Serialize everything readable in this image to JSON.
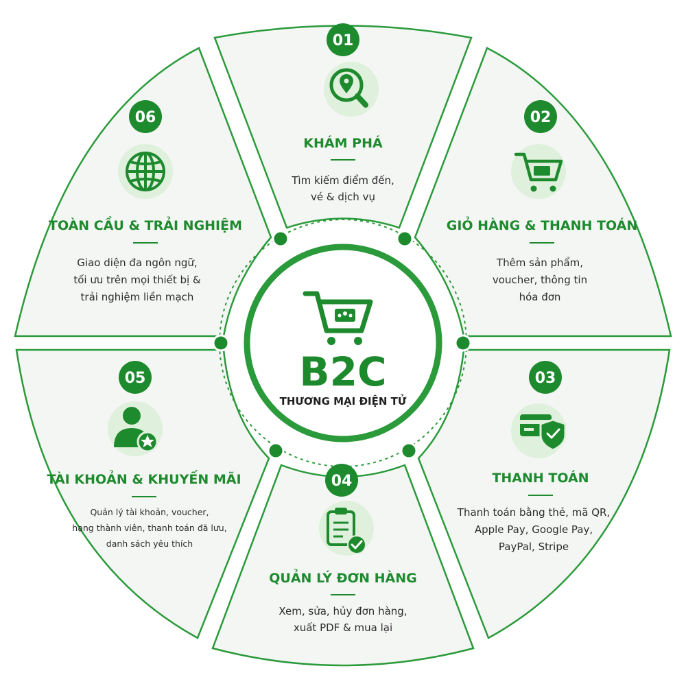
{
  "center": {
    "title": "B2C",
    "subtitle": "THƯƠNG MẠI ĐIỆN TỬ",
    "icon": "shopping-cart-icon"
  },
  "colors": {
    "primary": "#1e8a2e",
    "panel_fill": "#f4f6f4",
    "panel_stroke": "#2a9a3a",
    "icon_circle": "#dff0dc"
  },
  "segments": [
    {
      "number": "01",
      "title": "KHÁM PHÁ",
      "icon": "location-search-icon",
      "desc": [
        "Tìm kiếm điểm đến,",
        "vé & dịch vụ"
      ]
    },
    {
      "number": "02",
      "title": "GIỎ HÀNG & THANH TOÁN",
      "icon": "shopping-cart-icon",
      "desc": [
        "Thêm sản phẩm,",
        "voucher, thông tin",
        "hóa đơn"
      ]
    },
    {
      "number": "03",
      "title": "THANH TOÁN",
      "icon": "credit-card-shield-icon",
      "desc": [
        "Thanh toán bằng thẻ, mã QR,",
        "Apple Pay, Google Pay,",
        "PayPal, Stripe"
      ]
    },
    {
      "number": "04",
      "title": "QUẢN LÝ ĐƠN HÀNG",
      "icon": "clipboard-check-icon",
      "desc": [
        "Xem, sửa, hủy đơn hàng,",
        "xuất PDF & mua lại"
      ]
    },
    {
      "number": "05",
      "title": "TÀI KHOẢN & KHUYẾN MÃI",
      "icon": "user-star-icon",
      "desc": [
        "Quản lý tài khoản, voucher,",
        "hạng thành viên, thanh toán đã lưu,",
        "danh sách yêu thích"
      ]
    },
    {
      "number": "06",
      "title": "TOÀN CẦU & TRẢI NGHIỆM",
      "icon": "globe-icon",
      "desc": [
        "Giao diện đa ngôn ngữ,",
        "tối ưu trên mọi thiết bị &",
        "trải nghiệm liền mạch"
      ]
    }
  ]
}
